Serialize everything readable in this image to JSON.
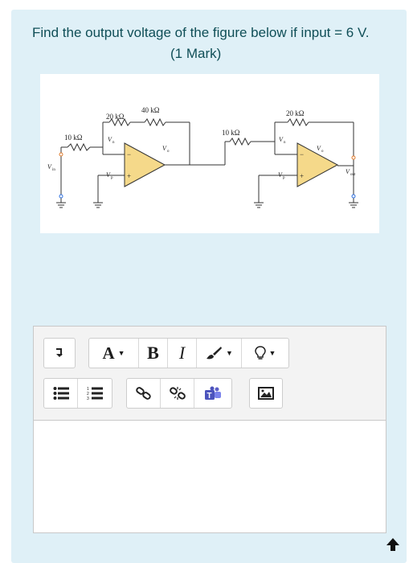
{
  "question": {
    "text": "Find the output voltage of the figure below if input = 6 V.",
    "marks": "(1 Mark)"
  },
  "figure": {
    "r1_label": "10 kΩ",
    "r2_label": "20 kΩ",
    "r3_label": "40 kΩ",
    "r4_label": "10 kΩ",
    "r5_label": "20 kΩ",
    "vin_label": "V",
    "vin_sub": "in",
    "vout_label": "V",
    "vout_sub": "out",
    "vn_label": "V",
    "vn_sub": "n",
    "vp_label": "V",
    "vp_sub": "p",
    "vo_label": "V",
    "vo_sub": "o",
    "minus": "−",
    "plus": "+"
  },
  "editor": {
    "toolbar_icons": [
      "expand-arrow-icon",
      "font-color-icon",
      "bold-icon",
      "italic-icon",
      "paint-brush-icon",
      "lightbulb-icon",
      "bullet-list-icon",
      "numbered-list-icon",
      "link-icon",
      "unlink-icon",
      "teams-icon",
      "image-icon"
    ],
    "font_letter": "A",
    "bold_letter": "B",
    "italic_letter": "I",
    "content": ""
  },
  "colors": {
    "card_bg": "#dff0f7",
    "question_text": "#0f4e57",
    "opamp_fill": "#f5d98a"
  }
}
